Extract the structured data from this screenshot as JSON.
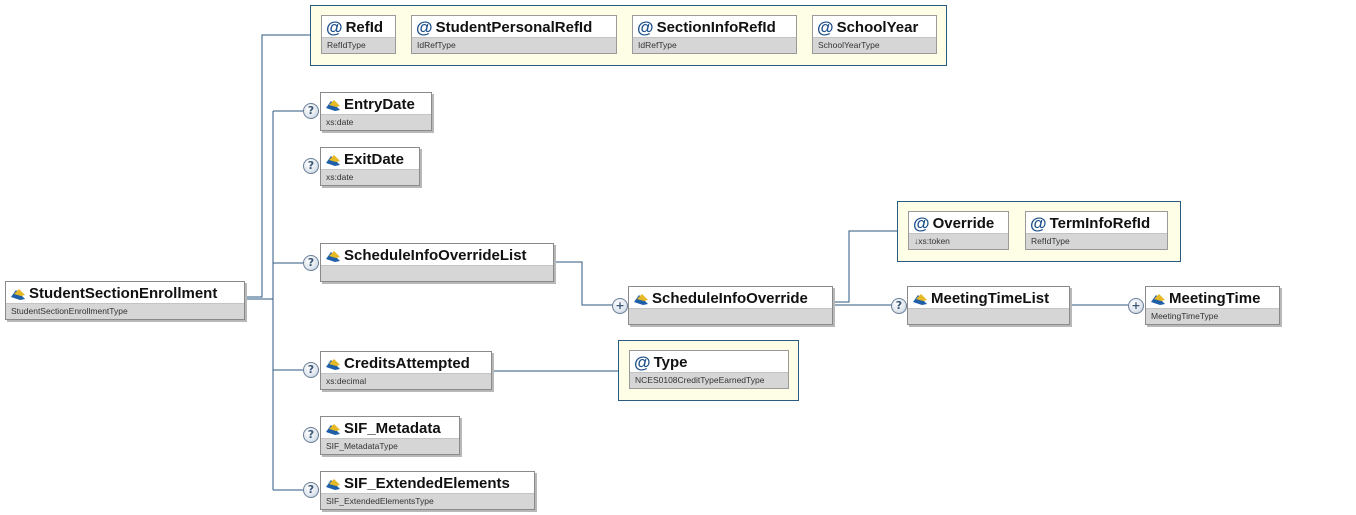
{
  "root": {
    "name": "StudentSectionEnrollment",
    "type": "StudentSectionEnrollmentType"
  },
  "root_attributes": [
    {
      "name": "RefId",
      "type": "RefIdType"
    },
    {
      "name": "StudentPersonalRefId",
      "type": "IdRefType"
    },
    {
      "name": "SectionInfoRefId",
      "type": "IdRefType"
    },
    {
      "name": "SchoolYear",
      "type": "SchoolYearType"
    }
  ],
  "children": {
    "entry_date": {
      "name": "EntryDate",
      "type": "xs:date"
    },
    "exit_date": {
      "name": "ExitDate",
      "type": "xs:date"
    },
    "schedule_info_override_list": {
      "name": "ScheduleInfoOverrideList",
      "type": ""
    },
    "credits_attempted": {
      "name": "CreditsAttempted",
      "type": "xs:decimal"
    },
    "sif_metadata": {
      "name": "SIF_Metadata",
      "type": "SIF_MetadataType"
    },
    "sif_extended_elements": {
      "name": "SIF_ExtendedElements",
      "type": "SIF_ExtendedElementsType"
    }
  },
  "schedule_info_override": {
    "name": "ScheduleInfoOverride",
    "type": "",
    "attributes": [
      {
        "name": "Override",
        "type": "↓xs:token"
      },
      {
        "name": "TermInfoRefId",
        "type": "RefIdType"
      }
    ]
  },
  "meeting_time_list": {
    "name": "MeetingTimeList",
    "type": ""
  },
  "meeting_time": {
    "name": "MeetingTime",
    "type": "MeetingTimeType"
  },
  "credits_type_attribute": {
    "name": "Type",
    "type": "NCES0108CreditTypeEarnedType"
  },
  "icons": {
    "optional": "?",
    "repeatable": "+",
    "attribute": "@"
  },
  "colors": {
    "connector": "#2b5a80",
    "attr_group_bg": "#fefde6",
    "type_bar": "#d6d6d6"
  }
}
